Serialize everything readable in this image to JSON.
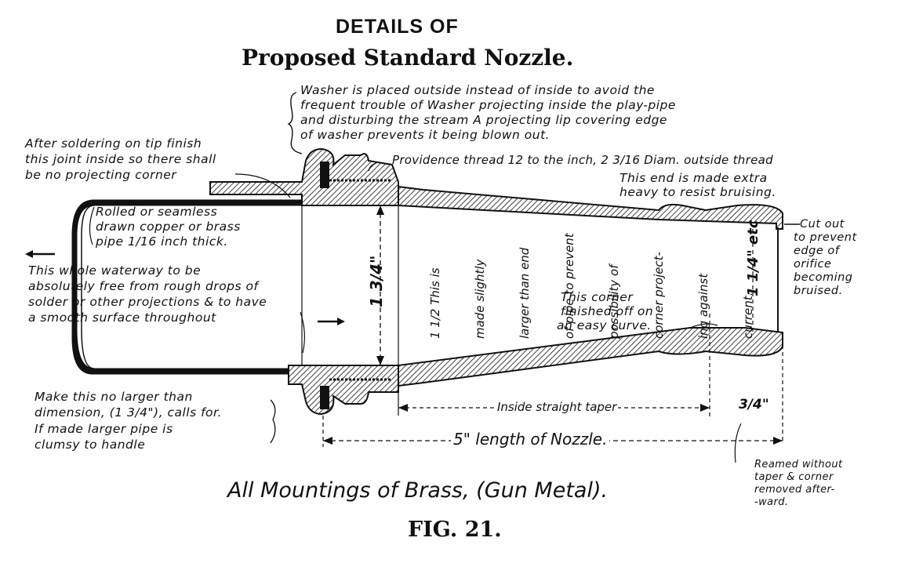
{
  "title": {
    "line1": "DETAILS OF",
    "line2": "Proposed Standard Nozzle."
  },
  "annotations": {
    "washer": [
      "Washer is placed outside instead of inside to avoid the",
      "frequent trouble of Washer projecting inside the play-pipe",
      "and disturbing the stream  A projecting lip covering edge",
      "of washer prevents it being blown out."
    ],
    "soldering": [
      "After soldering on tip finish",
      "this joint inside so there shall",
      "be no projecting corner"
    ],
    "providence": "Providence thread 12 to the inch, 2 3/16 Diam. outside thread",
    "heavy_end": [
      "This end is made extra",
      "heavy to resist bruising."
    ],
    "rolled_pipe": [
      "Rolled or seamless",
      "drawn copper or brass",
      "pipe 1/16 inch thick."
    ],
    "waterway": [
      "This whole waterway to be",
      "absolutely free from rough drops of",
      "solder or other projections & to have",
      "a smooth surface throughout"
    ],
    "bore_note": [
      "1 1/2 This is",
      "made slightly",
      "larger than end",
      "of pipe to prevent",
      "possibility of",
      "corner project-",
      "ing against",
      "current."
    ],
    "cutout": [
      "Cut out",
      "to prevent",
      "edge of",
      "orifice",
      "becoming",
      "bruised."
    ],
    "corner_curve": [
      "This corner",
      "finished off on",
      "an easy curve."
    ],
    "make_no_larger": [
      "Make this no larger than",
      "dimension, (1 3/4\"), calls for.",
      "If made larger pipe is",
      "clumsy to handle"
    ],
    "reamed": [
      "Reamed without",
      "taper & corner",
      "removed after-",
      "-ward."
    ]
  },
  "dimensions": {
    "bore_1_3_4": "1 3/4\"",
    "orifice_1_1_4": "1 1/4\" etc",
    "inside_taper": "Inside straight taper",
    "three_quarter": "3/4\"",
    "length": "5\" length of Nozzle."
  },
  "caption": "All Mountings of Brass, (Gun Metal).",
  "figure_label": "FIG. 21."
}
